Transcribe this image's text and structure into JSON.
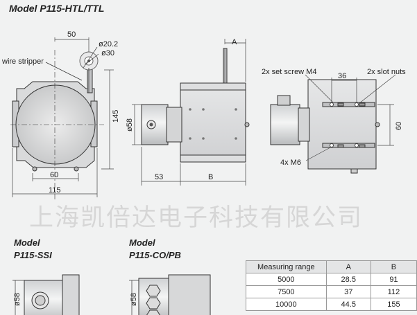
{
  "titles": {
    "main": "Model P115-HTL/TTL",
    "ssi_line1": "Model",
    "ssi_line2": "P115-SSI",
    "co_line1": "Model",
    "co_line2": "P115-CO/PB"
  },
  "watermark": "上海凯倍达电子科技有限公司",
  "dims": {
    "d50": "50",
    "d20": "ø20.2",
    "d30": "ø30",
    "wire_stripper": "wire stripper",
    "d145": "145",
    "d60_front": "60",
    "d115": "115",
    "dA": "A",
    "d58_side": "ø58",
    "d53": "53",
    "dB": "B",
    "set_screw": "2x set screw M4",
    "d36": "36",
    "slot_nuts": "2x slot nuts",
    "d60_top": "60",
    "m6": "4x M6",
    "d58_ssi": "ø58",
    "d58_co": "ø58"
  },
  "table": {
    "headers": [
      "Measuring range",
      "A",
      "B"
    ],
    "rows": [
      [
        "5000",
        "28.5",
        "91"
      ],
      [
        "7500",
        "37",
        "112"
      ],
      [
        "10000",
        "44.5",
        "155"
      ]
    ]
  }
}
